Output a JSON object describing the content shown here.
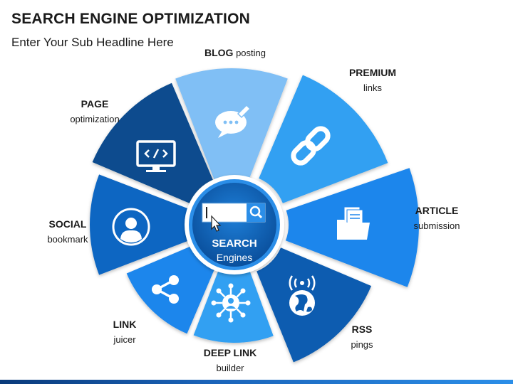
{
  "header": {
    "title": "SEARCH ENGINE OPTIMIZATION",
    "subtitle": "Enter Your Sub Headline Here"
  },
  "center": {
    "title": "SEARCH",
    "subtitle": "Engines",
    "icon": "search-box-icon"
  },
  "segments": [
    {
      "head": "BLOG",
      "sub": "posting",
      "icon": "chat-edit-icon",
      "color": "#80bff5"
    },
    {
      "head": "PREMIUM",
      "sub": "links",
      "icon": "chain-link-icon",
      "color": "#33a0f2"
    },
    {
      "head": "ARTICLE",
      "sub": "submission",
      "icon": "folder-documents-icon",
      "color": "#1f86ec"
    },
    {
      "head": "RSS",
      "sub": "pings",
      "icon": "globe-signal-icon",
      "color": "#0a5cb0"
    },
    {
      "head": "DEEP LINK",
      "sub": "builder",
      "icon": "network-person-icon",
      "color": "#33a0f2"
    },
    {
      "head": "LINK",
      "sub": "juicer",
      "icon": "share-icon",
      "color": "#1f86ec"
    },
    {
      "head": "SOCIAL",
      "sub": "bookmark",
      "icon": "user-icon",
      "color": "#0a66c2"
    },
    {
      "head": "PAGE",
      "sub": "optimization",
      "icon": "monitor-code-icon",
      "color": "#074b8e"
    }
  ]
}
